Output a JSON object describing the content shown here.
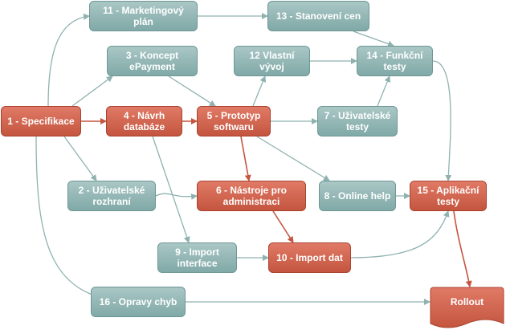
{
  "colors": {
    "task": "#8fb2b0",
    "critical": "#d0624d",
    "arrow_task": "#8fb2b0",
    "arrow_critical": "#c4553f"
  },
  "nodes": {
    "n1": {
      "label": "1 - Specifikace",
      "type": "critical"
    },
    "n2": {
      "label": "2 - Uživatelské\nrozhraní",
      "type": "task"
    },
    "n3": {
      "label": "3 - Koncept\nePayment",
      "type": "task"
    },
    "n4": {
      "label": "4 - Návrh\ndatabáze",
      "type": "critical"
    },
    "n5": {
      "label": "5 - Prototyp\nsoftwaru",
      "type": "critical"
    },
    "n6": {
      "label": "6 - Nástroje pro\nadministraci",
      "type": "critical"
    },
    "n7": {
      "label": "7 - Uživatelské\ntesty",
      "type": "task"
    },
    "n8": {
      "label": "8 - Online help",
      "type": "task"
    },
    "n9": {
      "label": "9 - Import\ninterface",
      "type": "task"
    },
    "n10": {
      "label": "10 - Import dat",
      "type": "critical"
    },
    "n11": {
      "label": "11 - Marketingový\nplán",
      "type": "task"
    },
    "n12": {
      "label": "12 Vlastní\nvývoj",
      "type": "task"
    },
    "n13": {
      "label": "13 - Stanovení cen",
      "type": "task"
    },
    "n14": {
      "label": "14 - Funkční\ntesty",
      "type": "task"
    },
    "n15": {
      "label": "15 - Aplikační\ntesty",
      "type": "critical"
    },
    "n16": {
      "label": "16 - Opravy chyb",
      "type": "task"
    },
    "rollout": {
      "label": "Rollout",
      "type": "critical"
    }
  },
  "edges": [
    {
      "from": "n1",
      "to": "n11",
      "critical": false
    },
    {
      "from": "n1",
      "to": "n3",
      "critical": false
    },
    {
      "from": "n1",
      "to": "n4",
      "critical": true
    },
    {
      "from": "n1",
      "to": "n2",
      "critical": false
    },
    {
      "from": "n1",
      "to": "n16",
      "critical": false
    },
    {
      "from": "n3",
      "to": "n5",
      "critical": false
    },
    {
      "from": "n4",
      "to": "n5",
      "critical": true
    },
    {
      "from": "n4",
      "to": "n9",
      "critical": false
    },
    {
      "from": "n2",
      "to": "n6",
      "critical": false
    },
    {
      "from": "n5",
      "to": "n12",
      "critical": false
    },
    {
      "from": "n5",
      "to": "n7",
      "critical": false
    },
    {
      "from": "n5",
      "to": "n6",
      "critical": true
    },
    {
      "from": "n5",
      "to": "n8",
      "critical": false
    },
    {
      "from": "n6",
      "to": "n10",
      "critical": true
    },
    {
      "from": "n9",
      "to": "n10",
      "critical": false
    },
    {
      "from": "n11",
      "to": "n13",
      "critical": false
    },
    {
      "from": "n13",
      "to": "n14",
      "critical": false
    },
    {
      "from": "n12",
      "to": "n14",
      "critical": false
    },
    {
      "from": "n7",
      "to": "n14",
      "critical": false
    },
    {
      "from": "n14",
      "to": "n15",
      "critical": false
    },
    {
      "from": "n8",
      "to": "n15",
      "critical": false
    },
    {
      "from": "n10",
      "to": "n15",
      "critical": false
    },
    {
      "from": "n15",
      "to": "rollout",
      "critical": true
    },
    {
      "from": "n16",
      "to": "rollout",
      "critical": false
    }
  ]
}
